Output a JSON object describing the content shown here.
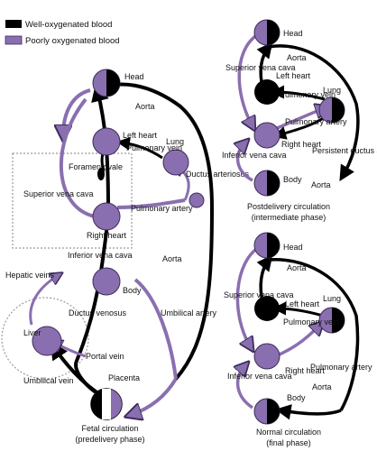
{
  "colors": {
    "oxygenated": "#000000",
    "poor": "#8a6fb0",
    "poor_edge": "#3c2c5a",
    "background": "#ffffff",
    "dotted_box": "#9a9a9a"
  },
  "legend": {
    "oxygenated_label": "Well-oxygenated blood",
    "poor_label": "Poorly oxygenated blood"
  },
  "fetal": {
    "head": "Head",
    "aorta_top": "Aorta",
    "left_heart": "Left heart",
    "pulmonary_vein": "Pulmonary vein",
    "lung": "Lung",
    "foramen_ovale": "Foramen ovale",
    "superior_vena_cava": "Superior vena cava",
    "ductus_arteriosus": "Ductus arteriosus",
    "pulmonary_artery": "Pulmonary artery",
    "right_heart": "Right heart",
    "inferior_vena_cava": "Inferior vena cava",
    "aorta_mid": "Aorta",
    "body": "Body",
    "hepatic_veins": "Hepatic veins",
    "ductus_venosus": "Ductus venosus",
    "liver": "Liver",
    "umbilical_artery": "Umbilical artery",
    "portal_vein": "Portal vein",
    "umbilical_vein": "Umbilical vein",
    "placenta": "Placenta",
    "caption_line1": "Fetal circulation",
    "caption_line2": "(predelivery phase)"
  },
  "postdelivery": {
    "head": "Head",
    "superior_vena_cava": "Superior vena cava",
    "aorta_top": "Aorta",
    "left_heart": "Left heart",
    "pulmonary_vein": "Pulmonary vein",
    "lung": "Lung",
    "pulmonary_artery": "Pulmonary artery",
    "inferior_vena_cava": "Inferior vena cava",
    "right_heart": "Right heart",
    "persistent_ductus": "Persistent ductus arteriosus",
    "body": "Body",
    "aorta_bottom": "Aorta",
    "caption_line1": "Postdelivery circulation",
    "caption_line2": "(intermediate phase)"
  },
  "normal": {
    "head": "Head",
    "aorta_top": "Aorta",
    "superior_vena_cava": "Superior vena cava",
    "left_heart": "Left heart",
    "pulmonary_vein": "Pulmonary vein",
    "lung": "Lung",
    "inferior_vena_cava": "Inferior vena cava",
    "right_heart": "Right heart",
    "pulmonary_artery": "Pulmonary artery",
    "aorta_bottom": "Aorta",
    "body": "Body",
    "caption_line1": "Normal circulation",
    "caption_line2": "(final phase)"
  }
}
